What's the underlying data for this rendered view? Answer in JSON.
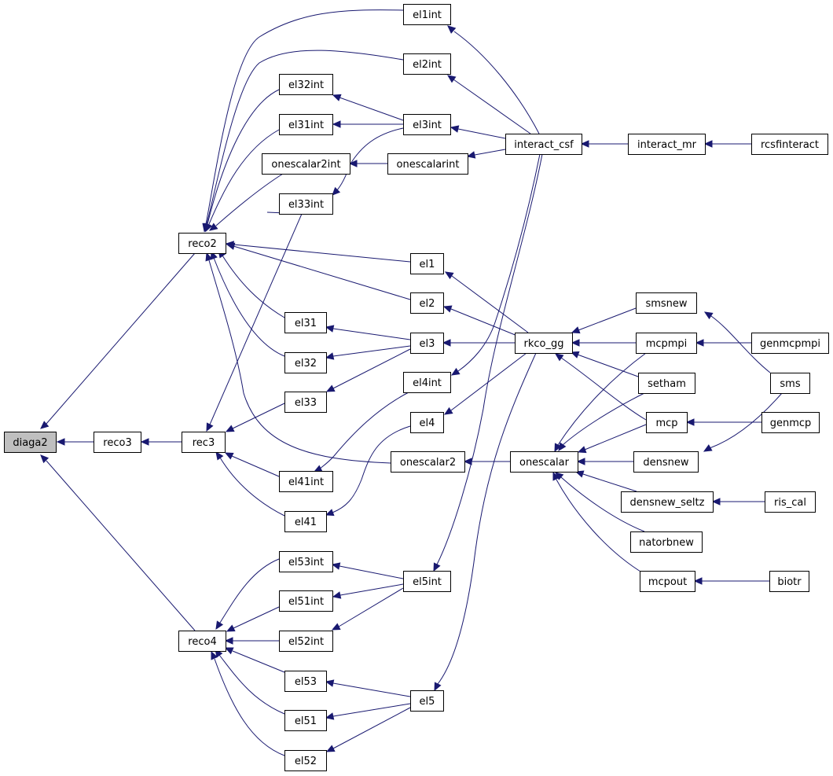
{
  "diagram": {
    "type": "doxygen-caller-graph",
    "root": "diaga2",
    "nodes": [
      {
        "id": "diaga2",
        "label": "diaga2",
        "highlighted": true
      },
      {
        "id": "reco2",
        "label": "reco2"
      },
      {
        "id": "reco3",
        "label": "reco3"
      },
      {
        "id": "rec3",
        "label": "rec3"
      },
      {
        "id": "reco4",
        "label": "reco4"
      },
      {
        "id": "el1int",
        "label": "el1int"
      },
      {
        "id": "el2int",
        "label": "el2int"
      },
      {
        "id": "el32int",
        "label": "el32int"
      },
      {
        "id": "el31int",
        "label": "el31int"
      },
      {
        "id": "onescalar2int",
        "label": "onescalar2int"
      },
      {
        "id": "el33int",
        "label": "el33int"
      },
      {
        "id": "el3int",
        "label": "el3int"
      },
      {
        "id": "onescalarint",
        "label": "onescalarint"
      },
      {
        "id": "interact_csf",
        "label": "interact_csf"
      },
      {
        "id": "interact_mr",
        "label": "interact_mr"
      },
      {
        "id": "rcsfinteract",
        "label": "rcsfinteract"
      },
      {
        "id": "el1",
        "label": "el1"
      },
      {
        "id": "el2",
        "label": "el2"
      },
      {
        "id": "el31",
        "label": "el31"
      },
      {
        "id": "el32",
        "label": "el32"
      },
      {
        "id": "el3",
        "label": "el3"
      },
      {
        "id": "el33",
        "label": "el33"
      },
      {
        "id": "el4int",
        "label": "el4int"
      },
      {
        "id": "el4",
        "label": "el4"
      },
      {
        "id": "el41int",
        "label": "el41int"
      },
      {
        "id": "el41",
        "label": "el41"
      },
      {
        "id": "onescalar2",
        "label": "onescalar2"
      },
      {
        "id": "rkco_gg",
        "label": "rkco_gg"
      },
      {
        "id": "onescalar",
        "label": "onescalar"
      },
      {
        "id": "smsnew",
        "label": "smsnew"
      },
      {
        "id": "mcpmpi",
        "label": "mcpmpi"
      },
      {
        "id": "genmcpmpi",
        "label": "genmcpmpi"
      },
      {
        "id": "setham",
        "label": "setham"
      },
      {
        "id": "sms",
        "label": "sms"
      },
      {
        "id": "mcp",
        "label": "mcp"
      },
      {
        "id": "genmcp",
        "label": "genmcp"
      },
      {
        "id": "densnew",
        "label": "densnew"
      },
      {
        "id": "densnew_seltz",
        "label": "densnew_seltz"
      },
      {
        "id": "ris_cal",
        "label": "ris_cal"
      },
      {
        "id": "natorbnew",
        "label": "natorbnew"
      },
      {
        "id": "mcpout",
        "label": "mcpout"
      },
      {
        "id": "biotr",
        "label": "biotr"
      },
      {
        "id": "el53int",
        "label": "el53int"
      },
      {
        "id": "el51int",
        "label": "el51int"
      },
      {
        "id": "el52int",
        "label": "el52int"
      },
      {
        "id": "el5int",
        "label": "el5int"
      },
      {
        "id": "el53",
        "label": "el53"
      },
      {
        "id": "el51",
        "label": "el51"
      },
      {
        "id": "el52",
        "label": "el52"
      },
      {
        "id": "el5",
        "label": "el5"
      }
    ],
    "edges": [
      {
        "from": "reco2",
        "to": "diaga2"
      },
      {
        "from": "reco3",
        "to": "diaga2"
      },
      {
        "from": "reco4",
        "to": "diaga2"
      },
      {
        "from": "rec3",
        "to": "reco3"
      },
      {
        "from": "el1int",
        "to": "reco2"
      },
      {
        "from": "el2int",
        "to": "reco2"
      },
      {
        "from": "el32int",
        "to": "reco2"
      },
      {
        "from": "el31int",
        "to": "reco2"
      },
      {
        "from": "onescalar2int",
        "to": "reco2"
      },
      {
        "from": "el33int",
        "to": "reco2"
      },
      {
        "from": "el1",
        "to": "reco2"
      },
      {
        "from": "el2",
        "to": "reco2"
      },
      {
        "from": "el31",
        "to": "reco2"
      },
      {
        "from": "el32",
        "to": "reco2"
      },
      {
        "from": "onescalar2",
        "to": "reco2"
      },
      {
        "from": "el33int",
        "to": "rec3"
      },
      {
        "from": "el33",
        "to": "rec3"
      },
      {
        "from": "el41int",
        "to": "rec3"
      },
      {
        "from": "el41",
        "to": "rec3"
      },
      {
        "from": "el3int",
        "to": "el32int"
      },
      {
        "from": "el3int",
        "to": "el31int"
      },
      {
        "from": "el3int",
        "to": "el33int"
      },
      {
        "from": "onescalarint",
        "to": "onescalar2int"
      },
      {
        "from": "interact_csf",
        "to": "el1int"
      },
      {
        "from": "interact_csf",
        "to": "el2int"
      },
      {
        "from": "interact_csf",
        "to": "el3int"
      },
      {
        "from": "interact_csf",
        "to": "onescalarint"
      },
      {
        "from": "interact_csf",
        "to": "el4int"
      },
      {
        "from": "interact_csf",
        "to": "el5int"
      },
      {
        "from": "interact_mr",
        "to": "interact_csf"
      },
      {
        "from": "rcsfinteract",
        "to": "interact_mr"
      },
      {
        "from": "el3",
        "to": "el31"
      },
      {
        "from": "el3",
        "to": "el32"
      },
      {
        "from": "el3",
        "to": "el33"
      },
      {
        "from": "el4int",
        "to": "el41int"
      },
      {
        "from": "el4",
        "to": "el41"
      },
      {
        "from": "rkco_gg",
        "to": "el1"
      },
      {
        "from": "rkco_gg",
        "to": "el2"
      },
      {
        "from": "rkco_gg",
        "to": "el3"
      },
      {
        "from": "rkco_gg",
        "to": "el4"
      },
      {
        "from": "rkco_gg",
        "to": "el5"
      },
      {
        "from": "onescalar",
        "to": "onescalar2"
      },
      {
        "from": "smsnew",
        "to": "rkco_gg"
      },
      {
        "from": "mcpmpi",
        "to": "rkco_gg"
      },
      {
        "from": "setham",
        "to": "rkco_gg"
      },
      {
        "from": "mcp",
        "to": "rkco_gg"
      },
      {
        "from": "mcpmpi",
        "to": "onescalar"
      },
      {
        "from": "setham",
        "to": "onescalar"
      },
      {
        "from": "mcp",
        "to": "onescalar"
      },
      {
        "from": "densnew",
        "to": "onescalar"
      },
      {
        "from": "densnew_seltz",
        "to": "onescalar"
      },
      {
        "from": "natorbnew",
        "to": "onescalar"
      },
      {
        "from": "mcpout",
        "to": "onescalar"
      },
      {
        "from": "genmcpmpi",
        "to": "mcpmpi"
      },
      {
        "from": "sms",
        "to": "smsnew"
      },
      {
        "from": "genmcp",
        "to": "mcp"
      },
      {
        "from": "sms",
        "to": "densnew"
      },
      {
        "from": "ris_cal",
        "to": "densnew_seltz"
      },
      {
        "from": "biotr",
        "to": "mcpout"
      },
      {
        "from": "el5int",
        "to": "el53int"
      },
      {
        "from": "el5int",
        "to": "el51int"
      },
      {
        "from": "el5int",
        "to": "el52int"
      },
      {
        "from": "el53int",
        "to": "reco4"
      },
      {
        "from": "el51int",
        "to": "reco4"
      },
      {
        "from": "el52int",
        "to": "reco4"
      },
      {
        "from": "el53",
        "to": "reco4"
      },
      {
        "from": "el51",
        "to": "reco4"
      },
      {
        "from": "el52",
        "to": "reco4"
      },
      {
        "from": "el5",
        "to": "el53"
      },
      {
        "from": "el5",
        "to": "el51"
      },
      {
        "from": "el5",
        "to": "el52"
      }
    ]
  }
}
